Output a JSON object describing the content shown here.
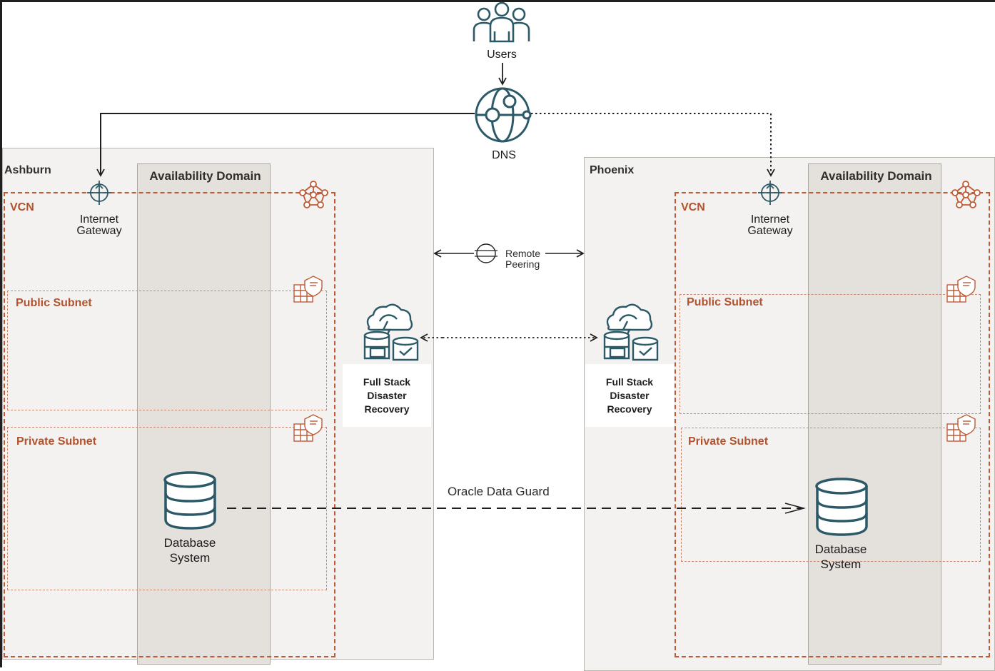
{
  "users": {
    "label": "Users"
  },
  "dns": {
    "label": "DNS"
  },
  "regions": [
    {
      "name": "Ashburn",
      "availability_domain": "Availability Domain",
      "vcn": "VCN",
      "internet_gateway": [
        "Internet",
        "Gateway"
      ],
      "public_subnet": "Public Subnet",
      "private_subnet": "Private Subnet",
      "database": [
        "Database",
        "System"
      ],
      "fsdr": [
        "Full Stack",
        "Disaster",
        "Recovery"
      ]
    },
    {
      "name": "Phoenix",
      "availability_domain": "Availability Domain",
      "vcn": "VCN",
      "internet_gateway": [
        "Internet",
        "Gateway"
      ],
      "public_subnet": "Public Subnet",
      "private_subnet": "Private Subnet",
      "database": [
        "Database",
        "System"
      ],
      "fsdr": [
        "Full Stack",
        "Disaster",
        "Recovery"
      ]
    }
  ],
  "remote_peering": [
    "Remote",
    "Peering"
  ],
  "data_guard": {
    "label": "Oracle Data Guard"
  },
  "colors": {
    "icon_teal": "#2c5967",
    "accent_orange": "#c05a36",
    "region_bg": "#f3f2f0",
    "ad_bg": "#e4e1dd"
  }
}
